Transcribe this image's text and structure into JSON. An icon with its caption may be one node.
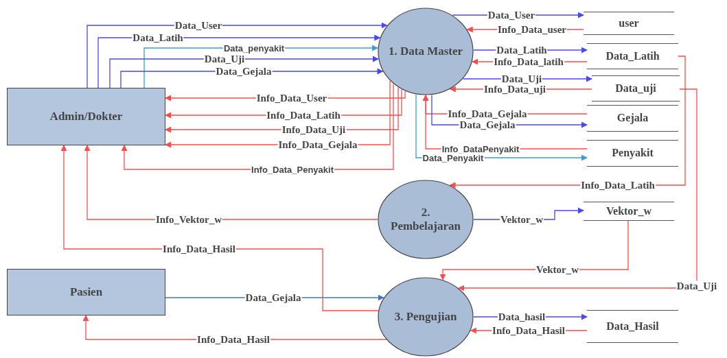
{
  "diagram": {
    "nodes": [
      {
        "text": [
          "Admin/Dokter"
        ]
      },
      {
        "text": [
          "1. Data Master"
        ]
      },
      {
        "text": [
          "user"
        ]
      },
      {
        "text": [
          "Data_Latih"
        ]
      },
      {
        "text": [
          "Data_uji"
        ]
      },
      {
        "text": [
          "Gejala"
        ]
      },
      {
        "text": [
          "Penyakit"
        ]
      },
      {
        "text": [
          "2. Pembelajaran"
        ]
      },
      {
        "text": [
          "Vektor_w"
        ]
      },
      {
        "text": [
          "Pasien"
        ]
      },
      {
        "text": [
          "3. Pengujian"
        ]
      },
      {
        "text": [
          "Data_Hasil"
        ]
      }
    ],
    "edges": [
      {
        "from": 0,
        "to": 1,
        "arrow": "to",
        "label": "Data_User",
        "color": "#4747f5"
      },
      {
        "from": 0,
        "to": 1,
        "arrow": "to",
        "label": "Data_Latih",
        "color": "#4747f5"
      },
      {
        "from": 0,
        "to": 1,
        "arrow": "to",
        "label": "Data_penyakit",
        "color": "#3c9bd6"
      },
      {
        "from": 0,
        "to": 1,
        "arrow": "to",
        "label": "Data_Uji",
        "color": "#4747f5"
      },
      {
        "from": 0,
        "to": 1,
        "arrow": "to",
        "label": "Data_Gejala",
        "color": "#4747f5"
      },
      {
        "from": 1,
        "to": 0,
        "arrow": "to",
        "label": "Info_Data_User"
      },
      {
        "from": 1,
        "to": 0,
        "arrow": "to",
        "label": "Info_Data_Latih"
      },
      {
        "from": 1,
        "to": 0,
        "arrow": "to",
        "label": "Info_Data_Uji"
      },
      {
        "from": 1,
        "to": 0,
        "arrow": "to",
        "label": "Info_Data_Gejala"
      },
      {
        "from": 1,
        "to": 0,
        "arrow": "to",
        "label": "Info_Data_Penyakit"
      },
      {
        "from": 1,
        "to": 2,
        "arrow": "to",
        "label": "Data_User",
        "color": "#4747f5"
      },
      {
        "from": 2,
        "to": 1,
        "arrow": "to",
        "label": "Info_Data_user"
      },
      {
        "from": 1,
        "to": 3,
        "arrow": "to",
        "label": "Data_Latih",
        "color": "#4747f5"
      },
      {
        "from": 3,
        "to": 1,
        "arrow": "to",
        "label": "Info_Data_latih"
      },
      {
        "from": 1,
        "to": 4,
        "arrow": "to",
        "label": "Data_Uji",
        "color": "#4747f5"
      },
      {
        "from": 4,
        "to": 1,
        "arrow": "to",
        "label": "Info_Data_uji"
      },
      {
        "from": 5,
        "to": 1,
        "arrow": "to",
        "label": "Info_Data_Gejala"
      },
      {
        "from": 1,
        "to": 5,
        "arrow": "to",
        "label": "Data_Gejala",
        "color": "#4747f5"
      },
      {
        "from": 6,
        "to": 1,
        "arrow": "to",
        "label": "Info_DataPenyakit"
      },
      {
        "from": 1,
        "to": 6,
        "arrow": "to",
        "label": "Data_Penyakit",
        "color": "#3c9bd6"
      },
      {
        "from": 3,
        "to": 7,
        "arrow": "to",
        "label": "Info_Data_Latih"
      },
      {
        "from": 7,
        "to": 0,
        "arrow": "to",
        "label": "Info_Vektor_w"
      },
      {
        "from": 7,
        "to": 8,
        "arrow": "to",
        "label": "Vektor_w",
        "color": "#4747f5"
      },
      {
        "from": 4,
        "to": 10,
        "arrow": "to",
        "label": "Data_Uji"
      },
      {
        "from": 8,
        "to": 10,
        "arrow": "to",
        "label": "Vektor_w"
      },
      {
        "from": 10,
        "to": 0,
        "arrow": "to",
        "label": "Info_Data_Hasil"
      },
      {
        "from": 9,
        "to": 10,
        "arrow": "to",
        "label": "Data_Gejala",
        "color": "#4472c4"
      },
      {
        "from": 10,
        "to": 9,
        "arrow": "to",
        "label": "Info_Data_Hasil"
      },
      {
        "from": 10,
        "to": 11,
        "arrow": "to",
        "label": "Data_hasil",
        "color": "#4747f5"
      },
      {
        "from": 11,
        "to": 10,
        "arrow": "to",
        "label": "Info_Data_Hasil"
      }
    ]
  }
}
